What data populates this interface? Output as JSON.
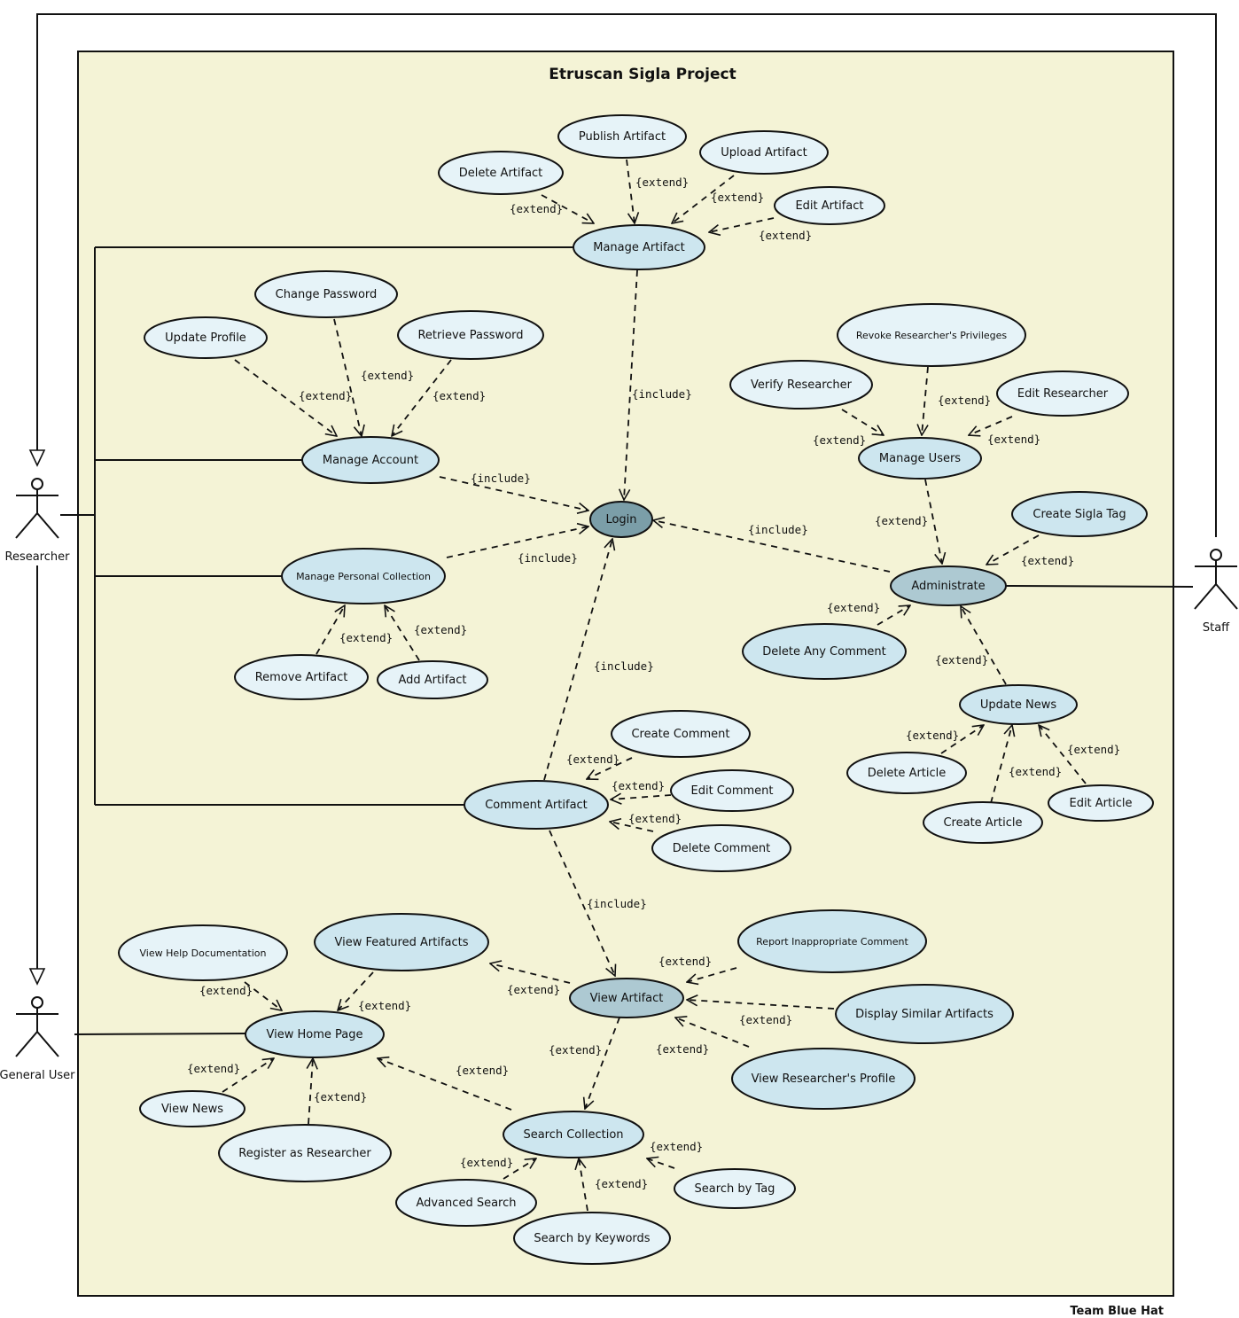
{
  "title": "Etruscan Sigla Project",
  "footer": "Team Blue Hat",
  "colors": {
    "system_fill": "#f4f3d6",
    "use_case_fill": "#e6f3f8",
    "main_use_case_fill": "#cde6ef",
    "hub_fill": "#adc9d2",
    "login_fill": "#7b9ea8",
    "stroke": "#111111"
  },
  "actors": {
    "researcher": "Researcher",
    "general_user": "General User",
    "staff": "Staff"
  },
  "use_cases": {
    "publish_artifact": "Publish Artifact",
    "upload_artifact": "Upload Artifact",
    "delete_artifact": "Delete Artifact",
    "edit_artifact": "Edit Artifact",
    "manage_artifact": "Manage Artifact",
    "change_password": "Change Password",
    "update_profile": "Update Profile",
    "retrieve_password": "Retrieve Password",
    "manage_account": "Manage Account",
    "login": "Login",
    "manage_personal_collection": "Manage Personal Collection",
    "remove_artifact": "Remove Artifact",
    "add_artifact": "Add Artifact",
    "revoke_privileges": "Revoke Researcher's Privileges",
    "verify_researcher": "Verify Researcher",
    "edit_researcher": "Edit Researcher",
    "manage_users": "Manage Users",
    "create_sigla_tag": "Create Sigla Tag",
    "administrate": "Administrate",
    "delete_any_comment": "Delete Any Comment",
    "update_news": "Update News",
    "delete_article": "Delete Article",
    "create_article": "Create Article",
    "edit_article": "Edit Article",
    "create_comment": "Create Comment",
    "edit_comment": "Edit Comment",
    "delete_comment": "Delete Comment",
    "comment_artifact": "Comment Artifact",
    "view_help_documentation": "View Help Documentation",
    "view_featured_artifacts": "View Featured Artifacts",
    "view_home_page": "View Home Page",
    "view_news": "View News",
    "register_as_researcher": "Register as Researcher",
    "report_inappropriate_comment": "Report Inappropriate Comment",
    "view_artifact": "View Artifact",
    "display_similar_artifacts": "Display Similar Artifacts",
    "view_researchers_profile": "View Researcher's Profile",
    "search_collection": "Search Collection",
    "advanced_search": "Advanced Search",
    "search_by_keywords": "Search by Keywords",
    "search_by_tag": "Search by Tag"
  },
  "relations": {
    "extend": "{extend}",
    "include": "{include}"
  }
}
